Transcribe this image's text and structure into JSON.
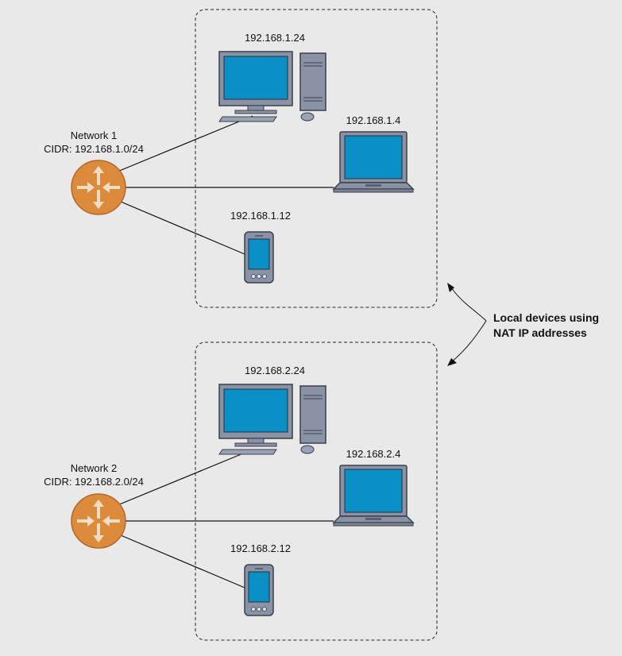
{
  "networks": [
    {
      "name": "Network 1",
      "cidr": "CIDR: 192.168.1.0/24",
      "devices": {
        "desktop": "192.168.1.24",
        "laptop": "192.168.1.4",
        "phone": "192.168.1.12"
      }
    },
    {
      "name": "Network 2",
      "cidr": "CIDR: 192.168.2.0/24",
      "devices": {
        "desktop": "192.168.2.24",
        "laptop": "192.168.2.4",
        "phone": "192.168.2.12"
      }
    }
  ],
  "annotation": {
    "line1": "Local devices using",
    "line2": "NAT IP addresses"
  },
  "icons": {
    "router": "router-icon",
    "desktop": "desktop-computer-icon",
    "laptop": "laptop-icon",
    "phone": "smartphone-icon"
  },
  "colors": {
    "router": "#dc8a3c",
    "screen": "#0a8fc6",
    "device_body": "#8a93a6",
    "background": "#e9e9e9"
  }
}
